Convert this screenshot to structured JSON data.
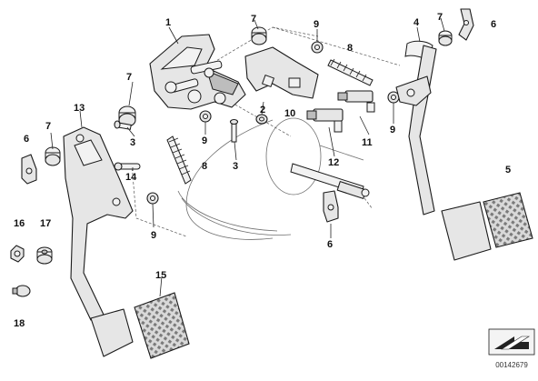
{
  "diagram": {
    "callouts": [
      {
        "key": "c1",
        "label": "1"
      },
      {
        "key": "c2",
        "label": "2"
      },
      {
        "key": "c3a",
        "label": "3"
      },
      {
        "key": "c3b",
        "label": "3"
      },
      {
        "key": "c4",
        "label": "4"
      },
      {
        "key": "c5",
        "label": "5"
      },
      {
        "key": "c6a",
        "label": "6"
      },
      {
        "key": "c6b",
        "label": "6"
      },
      {
        "key": "c6c",
        "label": "6"
      },
      {
        "key": "c7a",
        "label": "7"
      },
      {
        "key": "c7b",
        "label": "7"
      },
      {
        "key": "c7c",
        "label": "7"
      },
      {
        "key": "c7d",
        "label": "7"
      },
      {
        "key": "c8a",
        "label": "8"
      },
      {
        "key": "c8b",
        "label": "8"
      },
      {
        "key": "c9a",
        "label": "9"
      },
      {
        "key": "c9b",
        "label": "9"
      },
      {
        "key": "c9c",
        "label": "9"
      },
      {
        "key": "c9d",
        "label": "9"
      },
      {
        "key": "c10",
        "label": "10"
      },
      {
        "key": "c11",
        "label": "11"
      },
      {
        "key": "c12",
        "label": "12"
      },
      {
        "key": "c13",
        "label": "13"
      },
      {
        "key": "c14",
        "label": "14"
      },
      {
        "key": "c15",
        "label": "15"
      },
      {
        "key": "c16",
        "label": "16"
      },
      {
        "key": "c17",
        "label": "17"
      },
      {
        "key": "c18",
        "label": "18"
      }
    ],
    "document_number": "00142679",
    "colors": {
      "line": "#1a1a1a",
      "part_fill": "#e6e6e6",
      "background": "#ffffff"
    }
  }
}
